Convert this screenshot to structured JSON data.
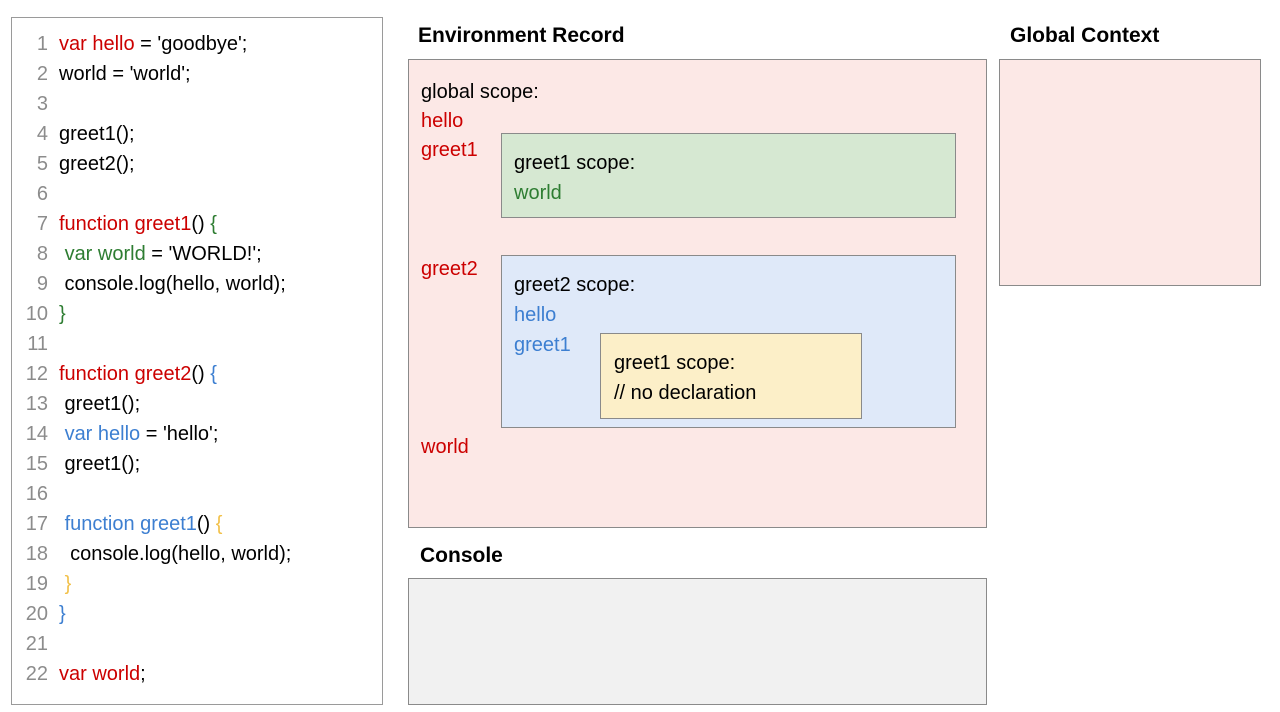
{
  "code_panel": {
    "lines": [
      {
        "number": "1",
        "tokens": [
          {
            "t": "var hello",
            "c": "red"
          },
          {
            "t": " = 'goodbye';",
            "c": "black"
          }
        ]
      },
      {
        "number": "2",
        "tokens": [
          {
            "t": "world = 'world';",
            "c": "black"
          }
        ]
      },
      {
        "number": "3",
        "tokens": [
          {
            "t": "",
            "c": "black"
          }
        ]
      },
      {
        "number": "4",
        "tokens": [
          {
            "t": "greet1();",
            "c": "black"
          }
        ]
      },
      {
        "number": "5",
        "tokens": [
          {
            "t": "greet2();",
            "c": "black"
          }
        ]
      },
      {
        "number": "6",
        "tokens": [
          {
            "t": "",
            "c": "black"
          }
        ]
      },
      {
        "number": "7",
        "tokens": [
          {
            "t": "function greet1",
            "c": "red"
          },
          {
            "t": "() ",
            "c": "black"
          },
          {
            "t": "{",
            "c": "green"
          }
        ]
      },
      {
        "number": "8",
        "tokens": [
          {
            "t": " ",
            "c": "black"
          },
          {
            "t": "var world",
            "c": "green"
          },
          {
            "t": " = 'WORLD!';",
            "c": "black"
          }
        ]
      },
      {
        "number": "9",
        "tokens": [
          {
            "t": " console.log(hello, world);",
            "c": "black"
          }
        ]
      },
      {
        "number": "10",
        "tokens": [
          {
            "t": "}",
            "c": "green"
          }
        ]
      },
      {
        "number": "11",
        "tokens": [
          {
            "t": "",
            "c": "black"
          }
        ]
      },
      {
        "number": "12",
        "tokens": [
          {
            "t": "function greet2",
            "c": "red"
          },
          {
            "t": "() ",
            "c": "black"
          },
          {
            "t": "{",
            "c": "blue"
          }
        ]
      },
      {
        "number": "13",
        "tokens": [
          {
            "t": " greet1();",
            "c": "black"
          }
        ]
      },
      {
        "number": "14",
        "tokens": [
          {
            "t": " ",
            "c": "black"
          },
          {
            "t": "var hello",
            "c": "blue"
          },
          {
            "t": " = 'hello';",
            "c": "black"
          }
        ]
      },
      {
        "number": "15",
        "tokens": [
          {
            "t": " greet1();",
            "c": "black"
          }
        ]
      },
      {
        "number": "16",
        "tokens": [
          {
            "t": "",
            "c": "black"
          }
        ]
      },
      {
        "number": "17",
        "tokens": [
          {
            "t": " ",
            "c": "black"
          },
          {
            "t": "function greet1",
            "c": "blue"
          },
          {
            "t": "() ",
            "c": "black"
          },
          {
            "t": "{",
            "c": "gold"
          }
        ]
      },
      {
        "number": "18",
        "tokens": [
          {
            "t": "  console.log(hello, world);",
            "c": "black"
          }
        ]
      },
      {
        "number": "19",
        "tokens": [
          {
            "t": " ",
            "c": "black"
          },
          {
            "t": "}",
            "c": "gold"
          }
        ]
      },
      {
        "number": "20",
        "tokens": [
          {
            "t": "}",
            "c": "blue"
          }
        ]
      },
      {
        "number": "21",
        "tokens": [
          {
            "t": "",
            "c": "black"
          }
        ]
      },
      {
        "number": "22",
        "tokens": [
          {
            "t": "var world",
            "c": "red"
          },
          {
            "t": ";",
            "c": "black"
          }
        ]
      }
    ]
  },
  "environment_record": {
    "title": "Environment Record",
    "global_scope_label": "global scope:",
    "bindings": {
      "hello": "hello",
      "greet1": "greet1",
      "greet2": "greet2",
      "world": "world"
    },
    "greet1_scope": {
      "label": "greet1 scope:",
      "binding_world": "world"
    },
    "greet2_scope": {
      "label": "greet2 scope:",
      "binding_hello": "hello",
      "binding_greet1": "greet1",
      "inner_greet1_scope": {
        "label": "greet1 scope:",
        "comment": "// no declaration"
      }
    }
  },
  "global_context": {
    "title": "Global Context",
    "content": ""
  },
  "console": {
    "title": "Console",
    "content": ""
  },
  "colors": {
    "red": "#cc0000",
    "green": "#2e7d32",
    "blue": "#3d7fd1",
    "gold": "#f2c14a",
    "pink_fill": "#fce8e6",
    "green_fill": "#d6e8d2",
    "blue_fill": "#dfe9f9",
    "yellow_fill": "#fcefc8",
    "gray_fill": "#f1f1f1",
    "border_gray": "#8a8a8a",
    "line_number_gray": "#8c8c8c"
  }
}
